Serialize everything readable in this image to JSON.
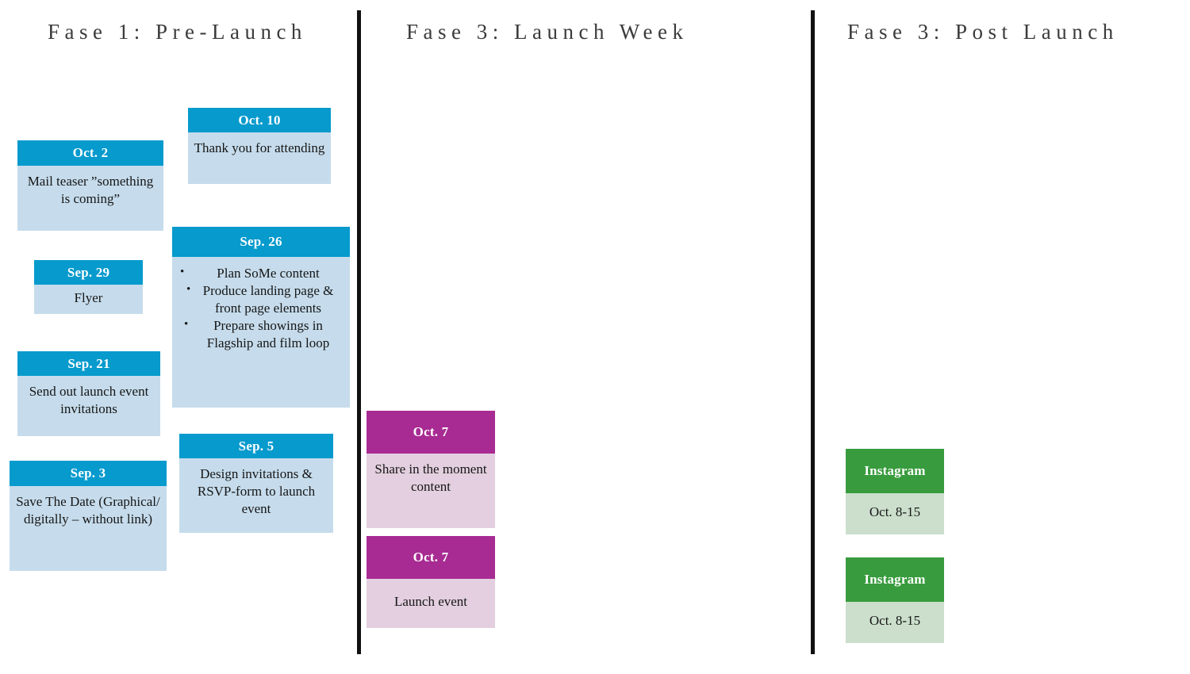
{
  "phases": [
    {
      "id": "phase-1",
      "title": "Fase 1: Pre-Launch"
    },
    {
      "id": "phase-2",
      "title": "Fase 3: Launch Week"
    },
    {
      "id": "phase-3",
      "title": "Fase 3: Post Launch"
    }
  ],
  "colors": {
    "blue_header": "#069ACD",
    "blue_body": "#C6DCEC",
    "purple_header": "#A72B92",
    "purple_body": "#E3CFDF",
    "green_header": "#389B3D",
    "green_body": "#CBDFCC",
    "divider": "#111111",
    "title_text": "#3B3B3B"
  },
  "cards": {
    "oct2": {
      "date": "Oct. 2",
      "body": "Mail teaser ”something is coming”"
    },
    "sep29": {
      "date": "Sep. 29",
      "body": "Flyer"
    },
    "sep21": {
      "date": "Sep. 21",
      "body": "Send out launch event invitations"
    },
    "sep3": {
      "date": "Sep. 3",
      "body": "Save The Date (Graphical/ digitally – without link)"
    },
    "oct10": {
      "date": "Oct. 10",
      "body": "Thank you for attending"
    },
    "sep26": {
      "date": "Sep. 26",
      "bullets": [
        "Plan SoMe content",
        "Produce landing page & front page elements",
        "Prepare showings in Flagship and film loop"
      ]
    },
    "sep5": {
      "date": "Sep. 5",
      "body": "Design invitations & RSVP-form to launch event"
    },
    "oct7a": {
      "date": "Oct. 7",
      "body": "Share in the moment content"
    },
    "oct7b": {
      "date": "Oct. 7",
      "body": "Launch event"
    },
    "insta1": {
      "date": "Instagram",
      "body": "Oct. 8-15"
    },
    "insta2": {
      "date": "Instagram",
      "body": "Oct. 8-15"
    }
  }
}
